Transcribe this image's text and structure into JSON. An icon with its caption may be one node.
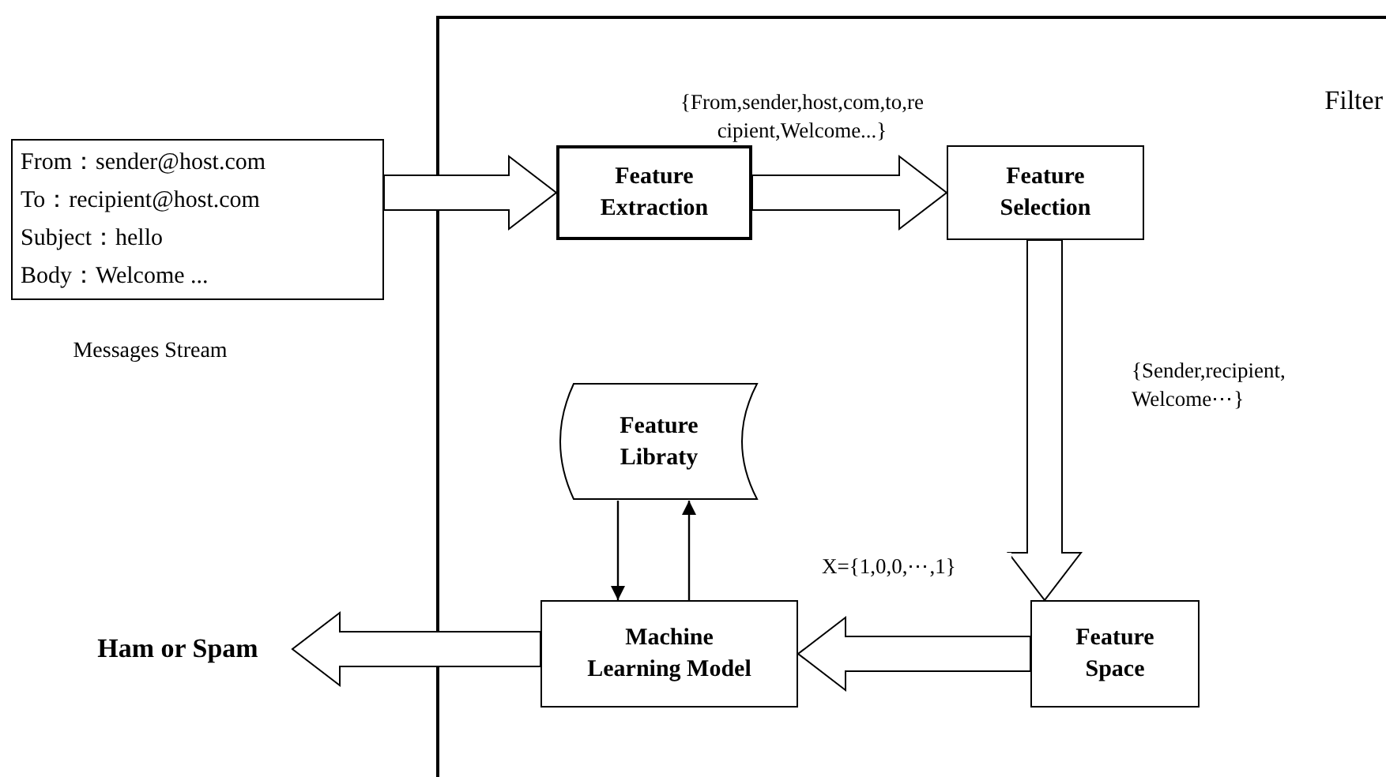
{
  "diagram": {
    "nodes": [
      {
        "text": [
          "Filter"
        ]
      },
      {
        "text": [
          "From：sender@host.com",
          "To：recipient@host.com",
          "Subject：hello",
          "Body：Welcome ..."
        ],
        "beside": [
          "Messages Stream"
        ]
      },
      {
        "text": [
          "Feature Extraction"
        ],
        "in": 0
      },
      {
        "text": [
          "Feature Selection"
        ],
        "in": 0
      },
      {
        "text": [
          "Feature Libraty"
        ],
        "in": 0
      },
      {
        "text": [
          "Machine Learning Model"
        ],
        "in": 0
      },
      {
        "text": [
          "Feature Space"
        ],
        "in": 0
      },
      {
        "text": [
          "Ham or Spam"
        ]
      }
    ],
    "edges": [
      {
        "from": 1,
        "to": 2,
        "arrow": "to",
        "style": "thick"
      },
      {
        "from": 2,
        "to": 3,
        "arrow": "to",
        "style": "thick",
        "label": "{From,sender,host,com,to,re cipient,Welcome...}"
      },
      {
        "from": 3,
        "to": 6,
        "arrow": "to",
        "style": "thick",
        "label": "{Sender,recipient, Welcome⋯}"
      },
      {
        "from": 6,
        "to": 5,
        "arrow": "to",
        "style": "thick",
        "label": "X={1,0,0,⋯,1}"
      },
      {
        "from": 5,
        "to": 7,
        "arrow": "to",
        "style": "thick"
      },
      {
        "from": 4,
        "to": 5,
        "arrow": "to"
      },
      {
        "from": 5,
        "to": 4,
        "arrow": "to"
      }
    ]
  }
}
